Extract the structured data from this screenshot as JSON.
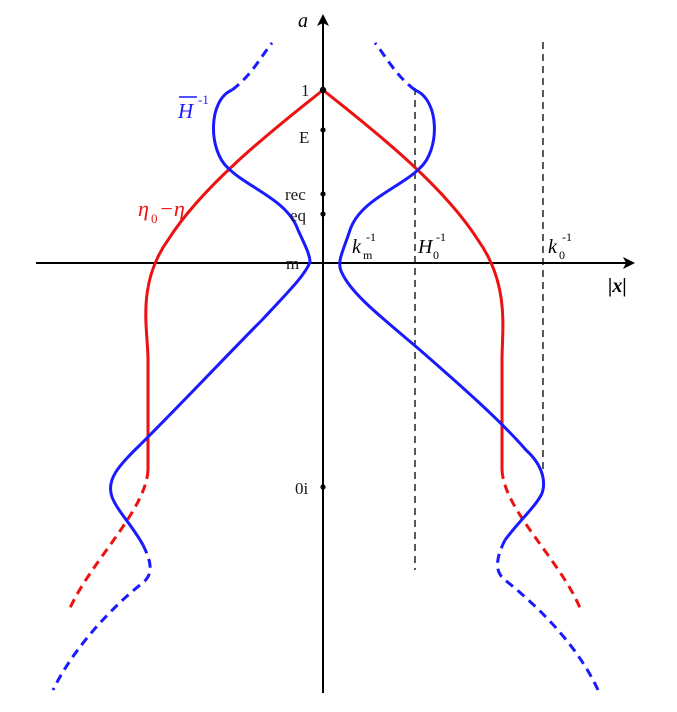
{
  "axes": {
    "vertical_label": "a",
    "horizontal_label": "|x|"
  },
  "tick_labels": {
    "one": "1",
    "E": "E",
    "rec": "rec",
    "eq": "eq",
    "m": "m",
    "oi": "0i"
  },
  "curve_labels": {
    "hubble": {
      "base": "H",
      "exp": "-1",
      "color": "#1a1aff"
    },
    "conformal": {
      "base": "η",
      "sub": "0",
      "rest": "−η",
      "color": "#ee1111"
    }
  },
  "scale_labels": {
    "km": {
      "base": "k",
      "sub": "m",
      "exp": "-1"
    },
    "H0": {
      "base": "H",
      "sub": "0",
      "exp": "-1"
    },
    "k0": {
      "base": "k",
      "sub": "0",
      "exp": "-1"
    }
  },
  "colors": {
    "blue": "#1a1aff",
    "red": "#ee1111",
    "axis": "#000000"
  }
}
